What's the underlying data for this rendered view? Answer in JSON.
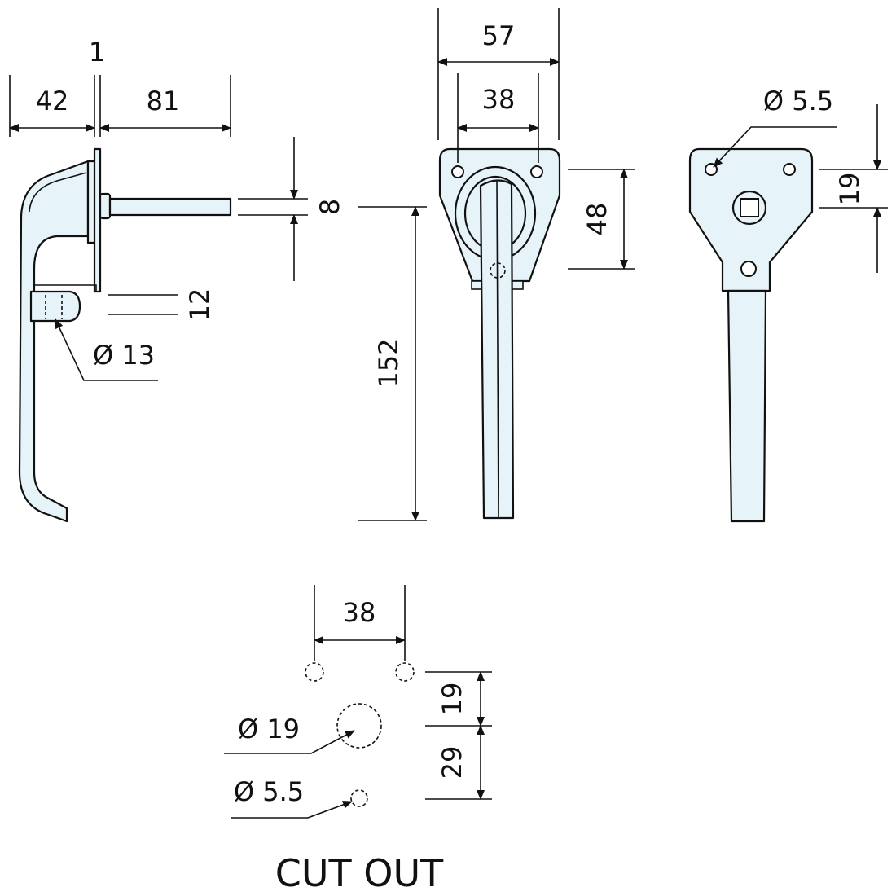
{
  "side_view": {
    "dim_1": "1",
    "dim_42": "42",
    "dim_81": "81",
    "dim_8": "8",
    "dim_12": "12",
    "dia_13": "Ø 13"
  },
  "front_view": {
    "dim_57": "57",
    "dim_38": "38",
    "dim_48": "48",
    "dim_152": "152"
  },
  "back_view": {
    "dia_5_5": "Ø 5.5",
    "dim_19": "19"
  },
  "cutout": {
    "dim_38": "38",
    "dim_19": "19",
    "dim_29": "29",
    "dia_19": "Ø 19",
    "dia_5_5": "Ø 5.5",
    "caption": "CUT OUT"
  },
  "colors": {
    "part_fill": "#e6f3f8",
    "stroke": "#111111"
  }
}
